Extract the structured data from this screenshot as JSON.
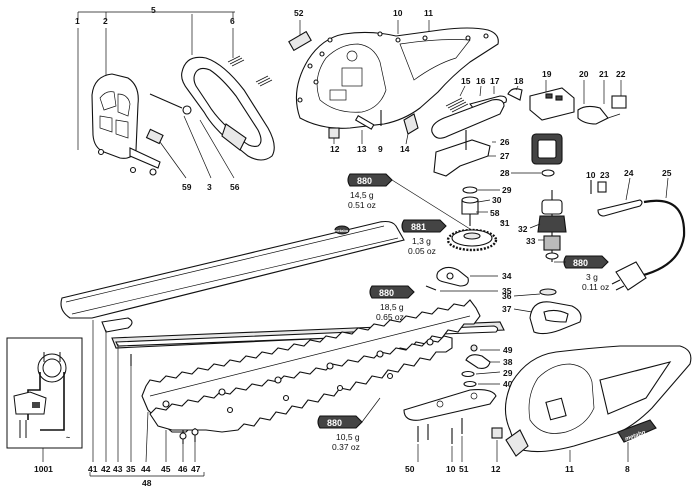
{
  "callouts": {
    "c1": "1",
    "c2": "2",
    "c5": "5",
    "c6": "6",
    "c52": "52",
    "c10a": "10",
    "c11a": "11",
    "c15": "15",
    "c16": "16",
    "c17": "17",
    "c18": "18",
    "c19": "19",
    "c20": "20",
    "c21": "21",
    "c22": "22",
    "c12a": "12",
    "c13": "13",
    "c9": "9",
    "c14": "14",
    "c26": "26",
    "c27": "27",
    "c28": "28",
    "c59": "59",
    "c3": "3",
    "c56": "56",
    "c10b": "10",
    "c23": "23",
    "c24": "24",
    "c25": "25",
    "c29a": "29",
    "c30": "30",
    "c58": "58",
    "c31": "31",
    "c32": "32",
    "c33": "33",
    "c34": "34",
    "c35a": "35",
    "c36": "36",
    "c37": "37",
    "c49": "49",
    "c38": "38",
    "c29b": "29",
    "c40": "40",
    "c1001": "1001",
    "c41": "41",
    "c42": "42",
    "c43": "43",
    "c35b": "35",
    "c44": "44",
    "c45": "45",
    "c46": "46",
    "c47": "47",
    "c48": "48",
    "c50": "50",
    "c10c": "10",
    "c51": "51",
    "c12b": "12",
    "c11b": "11",
    "c8": "8"
  },
  "grease": [
    {
      "code": "880",
      "weight": "14,5 g",
      "oz": "0.51 oz"
    },
    {
      "code": "881",
      "weight": "1,3 g",
      "oz": "0.05 oz"
    },
    {
      "code": "880",
      "weight": "3 g",
      "oz": "0.11 oz"
    },
    {
      "code": "880",
      "weight": "18,5 g",
      "oz": "0.65 oz"
    },
    {
      "code": "880",
      "weight": "10,5 g",
      "oz": "0.37 oz"
    }
  ],
  "brand": "metabo"
}
